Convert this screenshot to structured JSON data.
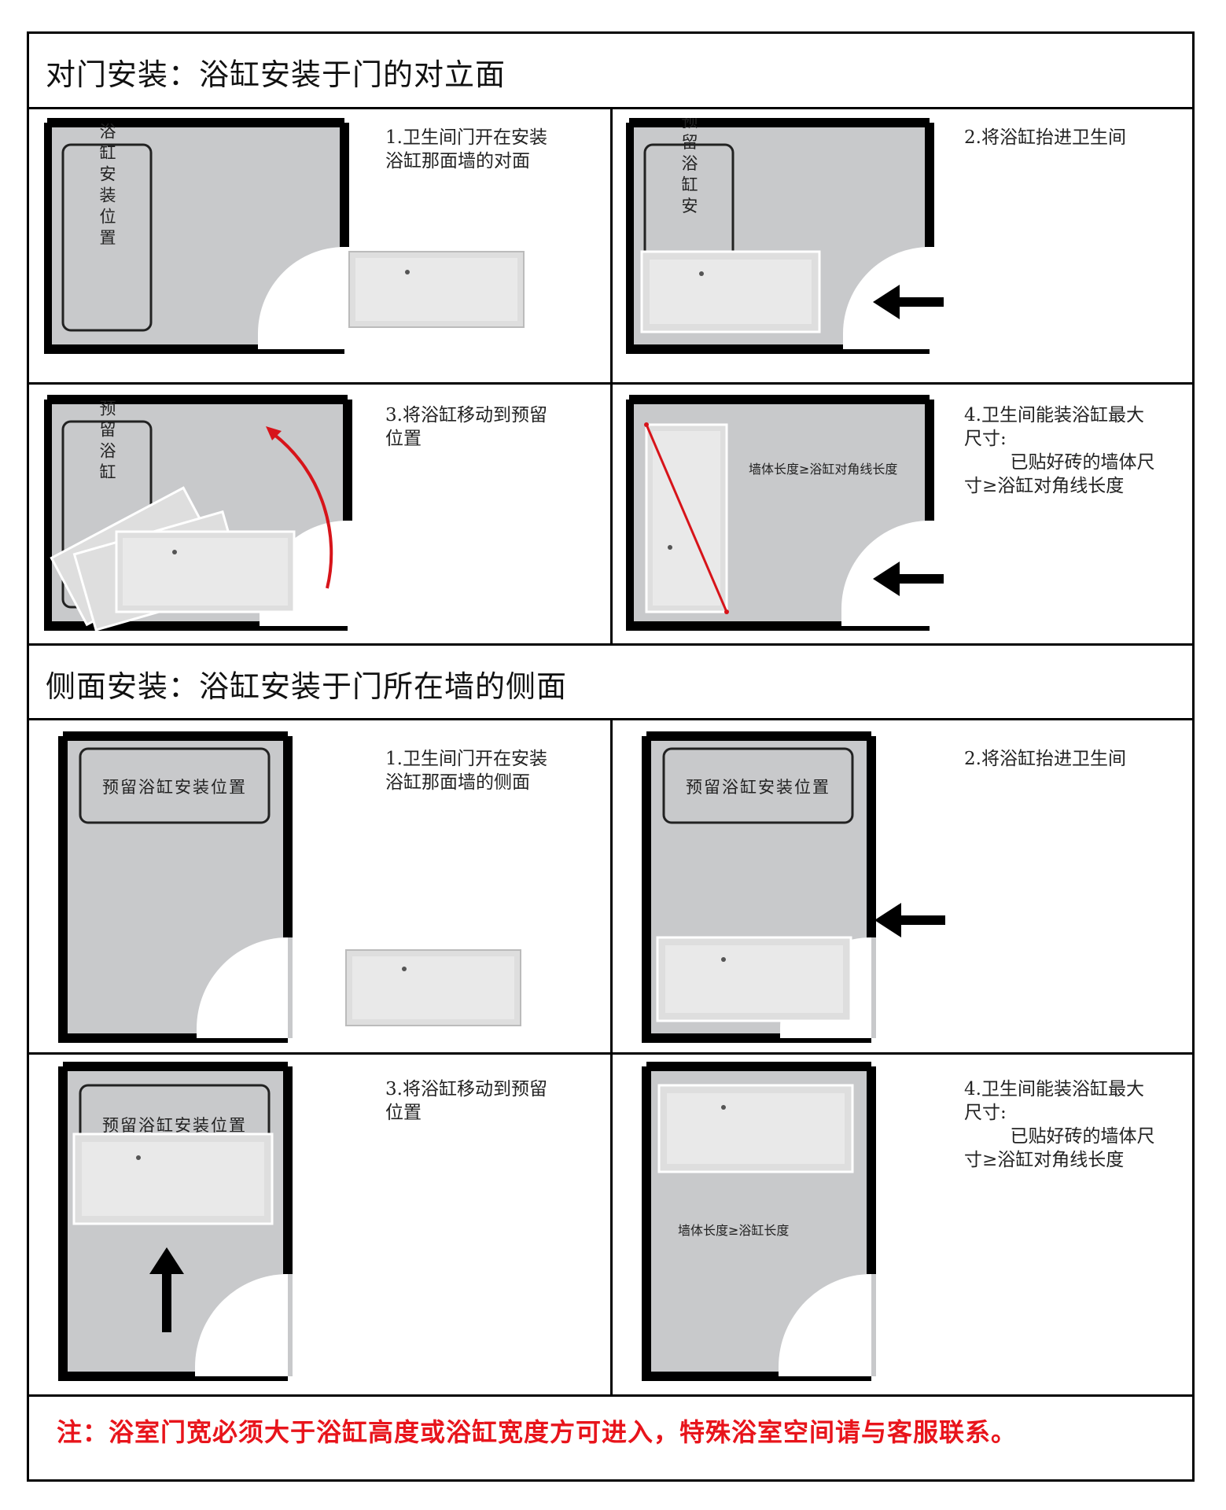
{
  "section1": {
    "title": "对门安装：浴缸安装于门的对立面",
    "panel1": {
      "step": "1.卫生间门开在安装\n浴缸那面墙的对面",
      "reserved_label": "预留浴缸安装位置"
    },
    "panel2": {
      "step": "2.将浴缸抬进卫生间",
      "reserved_label": "预留浴缸安"
    },
    "panel3": {
      "step": "3.将浴缸移动到预留\n位置",
      "reserved_label": "预留浴缸"
    },
    "panel4": {
      "step": "4.卫生间能装浴缸最大\n尺寸:\n        已贴好砖的墙体尺\n寸≥浴缸对角线长度",
      "diagram_label": "墙体长度≥浴缸对角线长度"
    }
  },
  "section2": {
    "title": "侧面安装：浴缸安装于门所在墙的侧面",
    "panel1": {
      "step": "1.卫生间门开在安装\n浴缸那面墙的侧面",
      "reserved_label": "预留浴缸安装位置"
    },
    "panel2": {
      "step": "2.将浴缸抬进卫生间",
      "reserved_label": "预留浴缸安装位置"
    },
    "panel3": {
      "step": "3.将浴缸移动到预留\n位置",
      "reserved_label": "预留浴缸安装位置"
    },
    "panel4": {
      "step": "4.卫生间能装浴缸最大\n尺寸:\n        已贴好砖的墙体尺\n寸≥浴缸对角线长度",
      "diagram_label": "墙体长度≥浴缸长度"
    }
  },
  "note": "注：浴室门宽必须大于浴缸高度或浴缸宽度方可进入，特殊浴室空间请与客服联系。",
  "colors": {
    "floor": "#c8c9cb",
    "wall": "#000000",
    "tub": "#e2e2e2",
    "arrow": "#000000",
    "accent": "#e8141b"
  }
}
